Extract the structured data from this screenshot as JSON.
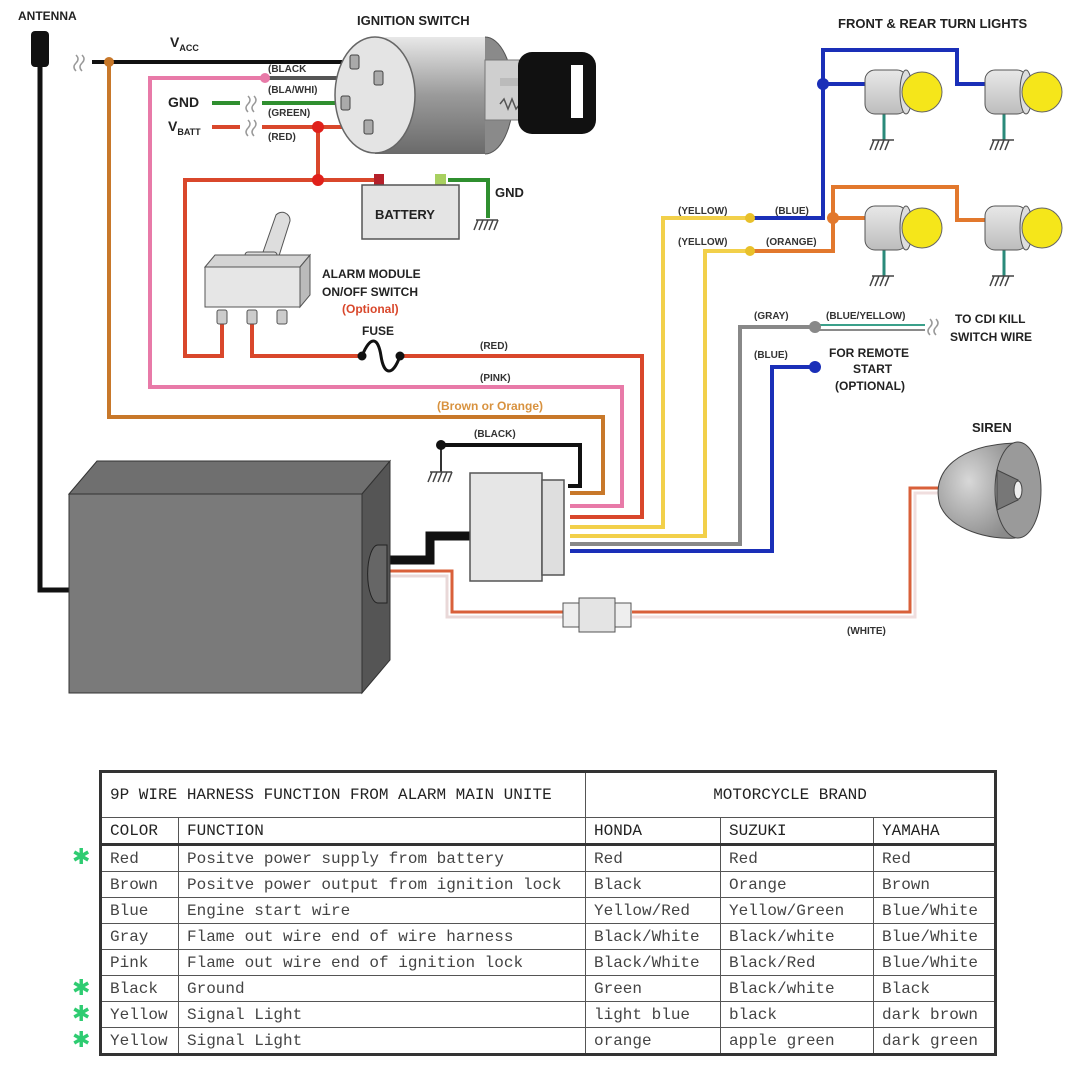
{
  "diagram": {
    "labels": {
      "antenna": "ANTENNA",
      "ignition_switch": "IGNITION SWITCH",
      "front_rear_turn_lights": "FRONT & REAR TURN LIGHTS",
      "vacc_main": "V",
      "vacc_sub": "ACC",
      "gnd_left": "GND",
      "vbatt_main": "V",
      "vbatt_sub": "BATT",
      "battery": "BATTERY",
      "gnd_battery": "GND",
      "alarm_switch_line1": "ALARM MODULE",
      "alarm_switch_line2": "ON/OFF SWITCH",
      "alarm_switch_optional": "(Optional)",
      "fuse": "FUSE",
      "cdi_line1": "TO CDI KILL",
      "cdi_line2": "SWITCH WIRE",
      "remote_line1": "FOR REMOTE",
      "remote_line2": "START",
      "remote_line3": "(OPTIONAL)",
      "siren": "SIREN"
    },
    "wire_labels": {
      "black_ign": "(BLACK",
      "blawhi": "(BLA/WHI)",
      "green": "(GREEN)",
      "red_ign": "(RED)",
      "red": "(RED)",
      "pink": "(PINK)",
      "brown_or_orange": "(Brown or Orange)",
      "black": "(BLACK)",
      "yellow1": "(YELLOW)",
      "blue1": "(BLUE)",
      "yellow2": "(YELLOW)",
      "orange": "(ORANGE)",
      "gray": "(GRAY)",
      "blue_yellow": "(BLUE/YELLOW)",
      "blue2": "(BLUE)",
      "white": "(WHITE)"
    },
    "wire_colors": {
      "black": "#111111",
      "brown": "#c8782a",
      "pink": "#e87aa8",
      "red": "#d9472b",
      "green": "#2f8f2f",
      "yellow": "#f2d04a",
      "blue": "#1a2fb8",
      "orange": "#e2782d",
      "gray": "#888888",
      "white_siren": "#d9603a",
      "lamp": "#f5e61a"
    }
  },
  "table": {
    "title": "9P WIRE HARNESS FUNCTION FROM ALARM MAIN UNITE",
    "brand_header": "MOTORCYCLE BRAND",
    "columns": [
      "COLOR",
      "FUNCTION",
      "HONDA",
      "SUZUKI",
      "YAMAHA"
    ],
    "rows": [
      {
        "starred": true,
        "color": "Red",
        "function": "Positve power supply from battery",
        "honda": "Red",
        "suzuki": "Red",
        "yamaha": "Red"
      },
      {
        "starred": false,
        "color": "Brown",
        "function": "Positve power output from ignition lock",
        "honda": "Black",
        "suzuki": "Orange",
        "yamaha": "Brown"
      },
      {
        "starred": false,
        "color": "Blue",
        "function": "Engine start wire",
        "honda": "Yellow/Red",
        "suzuki": "Yellow/Green",
        "yamaha": "Blue/White"
      },
      {
        "starred": false,
        "color": "Gray",
        "function": "Flame out wire end of wire harness",
        "honda": "Black/White",
        "suzuki": "Black/white",
        "yamaha": "Blue/White"
      },
      {
        "starred": false,
        "color": "Pink",
        "function": "Flame out wire end of ignition lock",
        "honda": "Black/White",
        "suzuki": "Black/Red",
        "yamaha": "Blue/White"
      },
      {
        "starred": true,
        "color": "Black",
        "function": "Ground",
        "honda": "Green",
        "suzuki": "Black/white",
        "yamaha": "Black"
      },
      {
        "starred": true,
        "color": "Yellow",
        "function": "Signal Light",
        "honda": "light blue",
        "suzuki": "black",
        "yamaha": "dark brown"
      },
      {
        "starred": true,
        "color": "Yellow",
        "function": "Signal Light",
        "honda": "orange",
        "suzuki": "apple green",
        "yamaha": "dark green"
      }
    ],
    "star_glyph": "✱"
  }
}
